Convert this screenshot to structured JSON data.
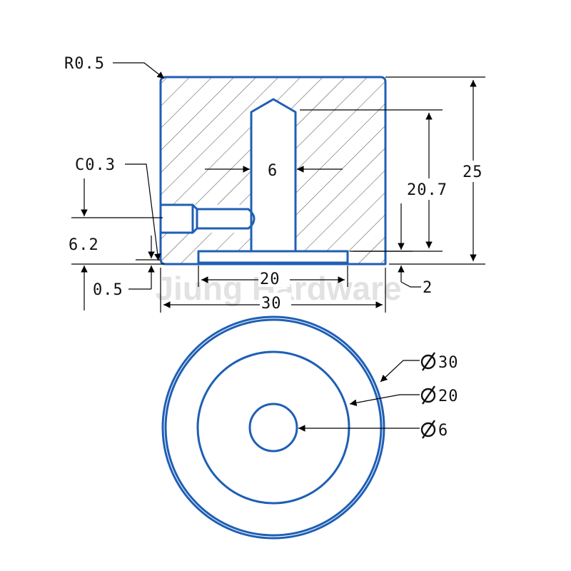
{
  "watermark": "Jiung Hardware",
  "colors": {
    "outline": "#1f5fb4",
    "hatch": "#555555",
    "dimension": "#000000"
  },
  "section_view": {
    "labels": {
      "radius": "R0.5",
      "chamfer": "C0.3",
      "bore_width": "6",
      "bore_depth": "20.7",
      "total_height": "25",
      "side_hole_height": "6.2",
      "bottom_offset": "0.5",
      "recess_width": "20",
      "recess_depth": "2",
      "total_width": "30"
    }
  },
  "top_view": {
    "labels": {
      "outer": "30",
      "middle": "20",
      "inner": "6"
    }
  }
}
